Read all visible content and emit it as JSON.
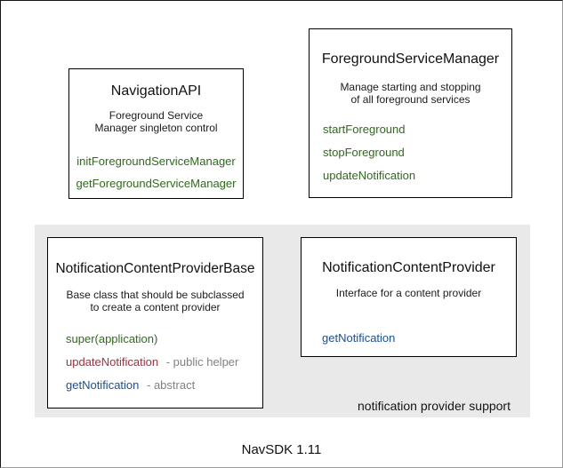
{
  "caption": "NavSDK 1.11",
  "group": {
    "label": "notification provider support"
  },
  "boxes": {
    "navigation_api": {
      "title": "NavigationAPI",
      "description_lines": [
        "Foreground Service",
        "Manager singleton control"
      ],
      "methods": [
        {
          "name": "initForegroundServiceManager",
          "color": "#2e6b1b"
        },
        {
          "name": "getForegroundServiceManager",
          "color": "#2e6b1b"
        }
      ]
    },
    "foreground_service_manager": {
      "title": "ForegroundServiceManager",
      "description_lines": [
        "Manage starting and stopping",
        "of all foreground services"
      ],
      "methods": [
        {
          "name": "startForeground",
          "color": "#2e6b1b"
        },
        {
          "name": "stopForeground",
          "color": "#2e6b1b"
        },
        {
          "name": "updateNotification",
          "color": "#2e6b1b"
        }
      ]
    },
    "notification_content_provider_base": {
      "title": "NotificationContentProviderBase",
      "description_lines": [
        "Base class that should be subclassed",
        "to create a content provider"
      ],
      "methods": [
        {
          "name": "super(application)",
          "color": "#2e6b1b",
          "suffix": ""
        },
        {
          "name": "updateNotification",
          "color": "#a8303c",
          "suffix": "- public helper"
        },
        {
          "name": "getNotification",
          "color": "#1b4e9b",
          "suffix": "- abstract"
        }
      ]
    },
    "notification_content_provider": {
      "title": "NotificationContentProvider",
      "description_lines": [
        "Interface for a content provider"
      ],
      "methods": [
        {
          "name": "getNotification",
          "color": "#1b4e9b"
        }
      ]
    }
  },
  "colors": {
    "method_green": "#2e6b1b",
    "method_red": "#a8303c",
    "method_blue": "#1b4e9b",
    "suffix_gray": "#818181",
    "group_background": "#e9e9e9",
    "box_border": "#000000",
    "frame_background": "#ffffff"
  }
}
